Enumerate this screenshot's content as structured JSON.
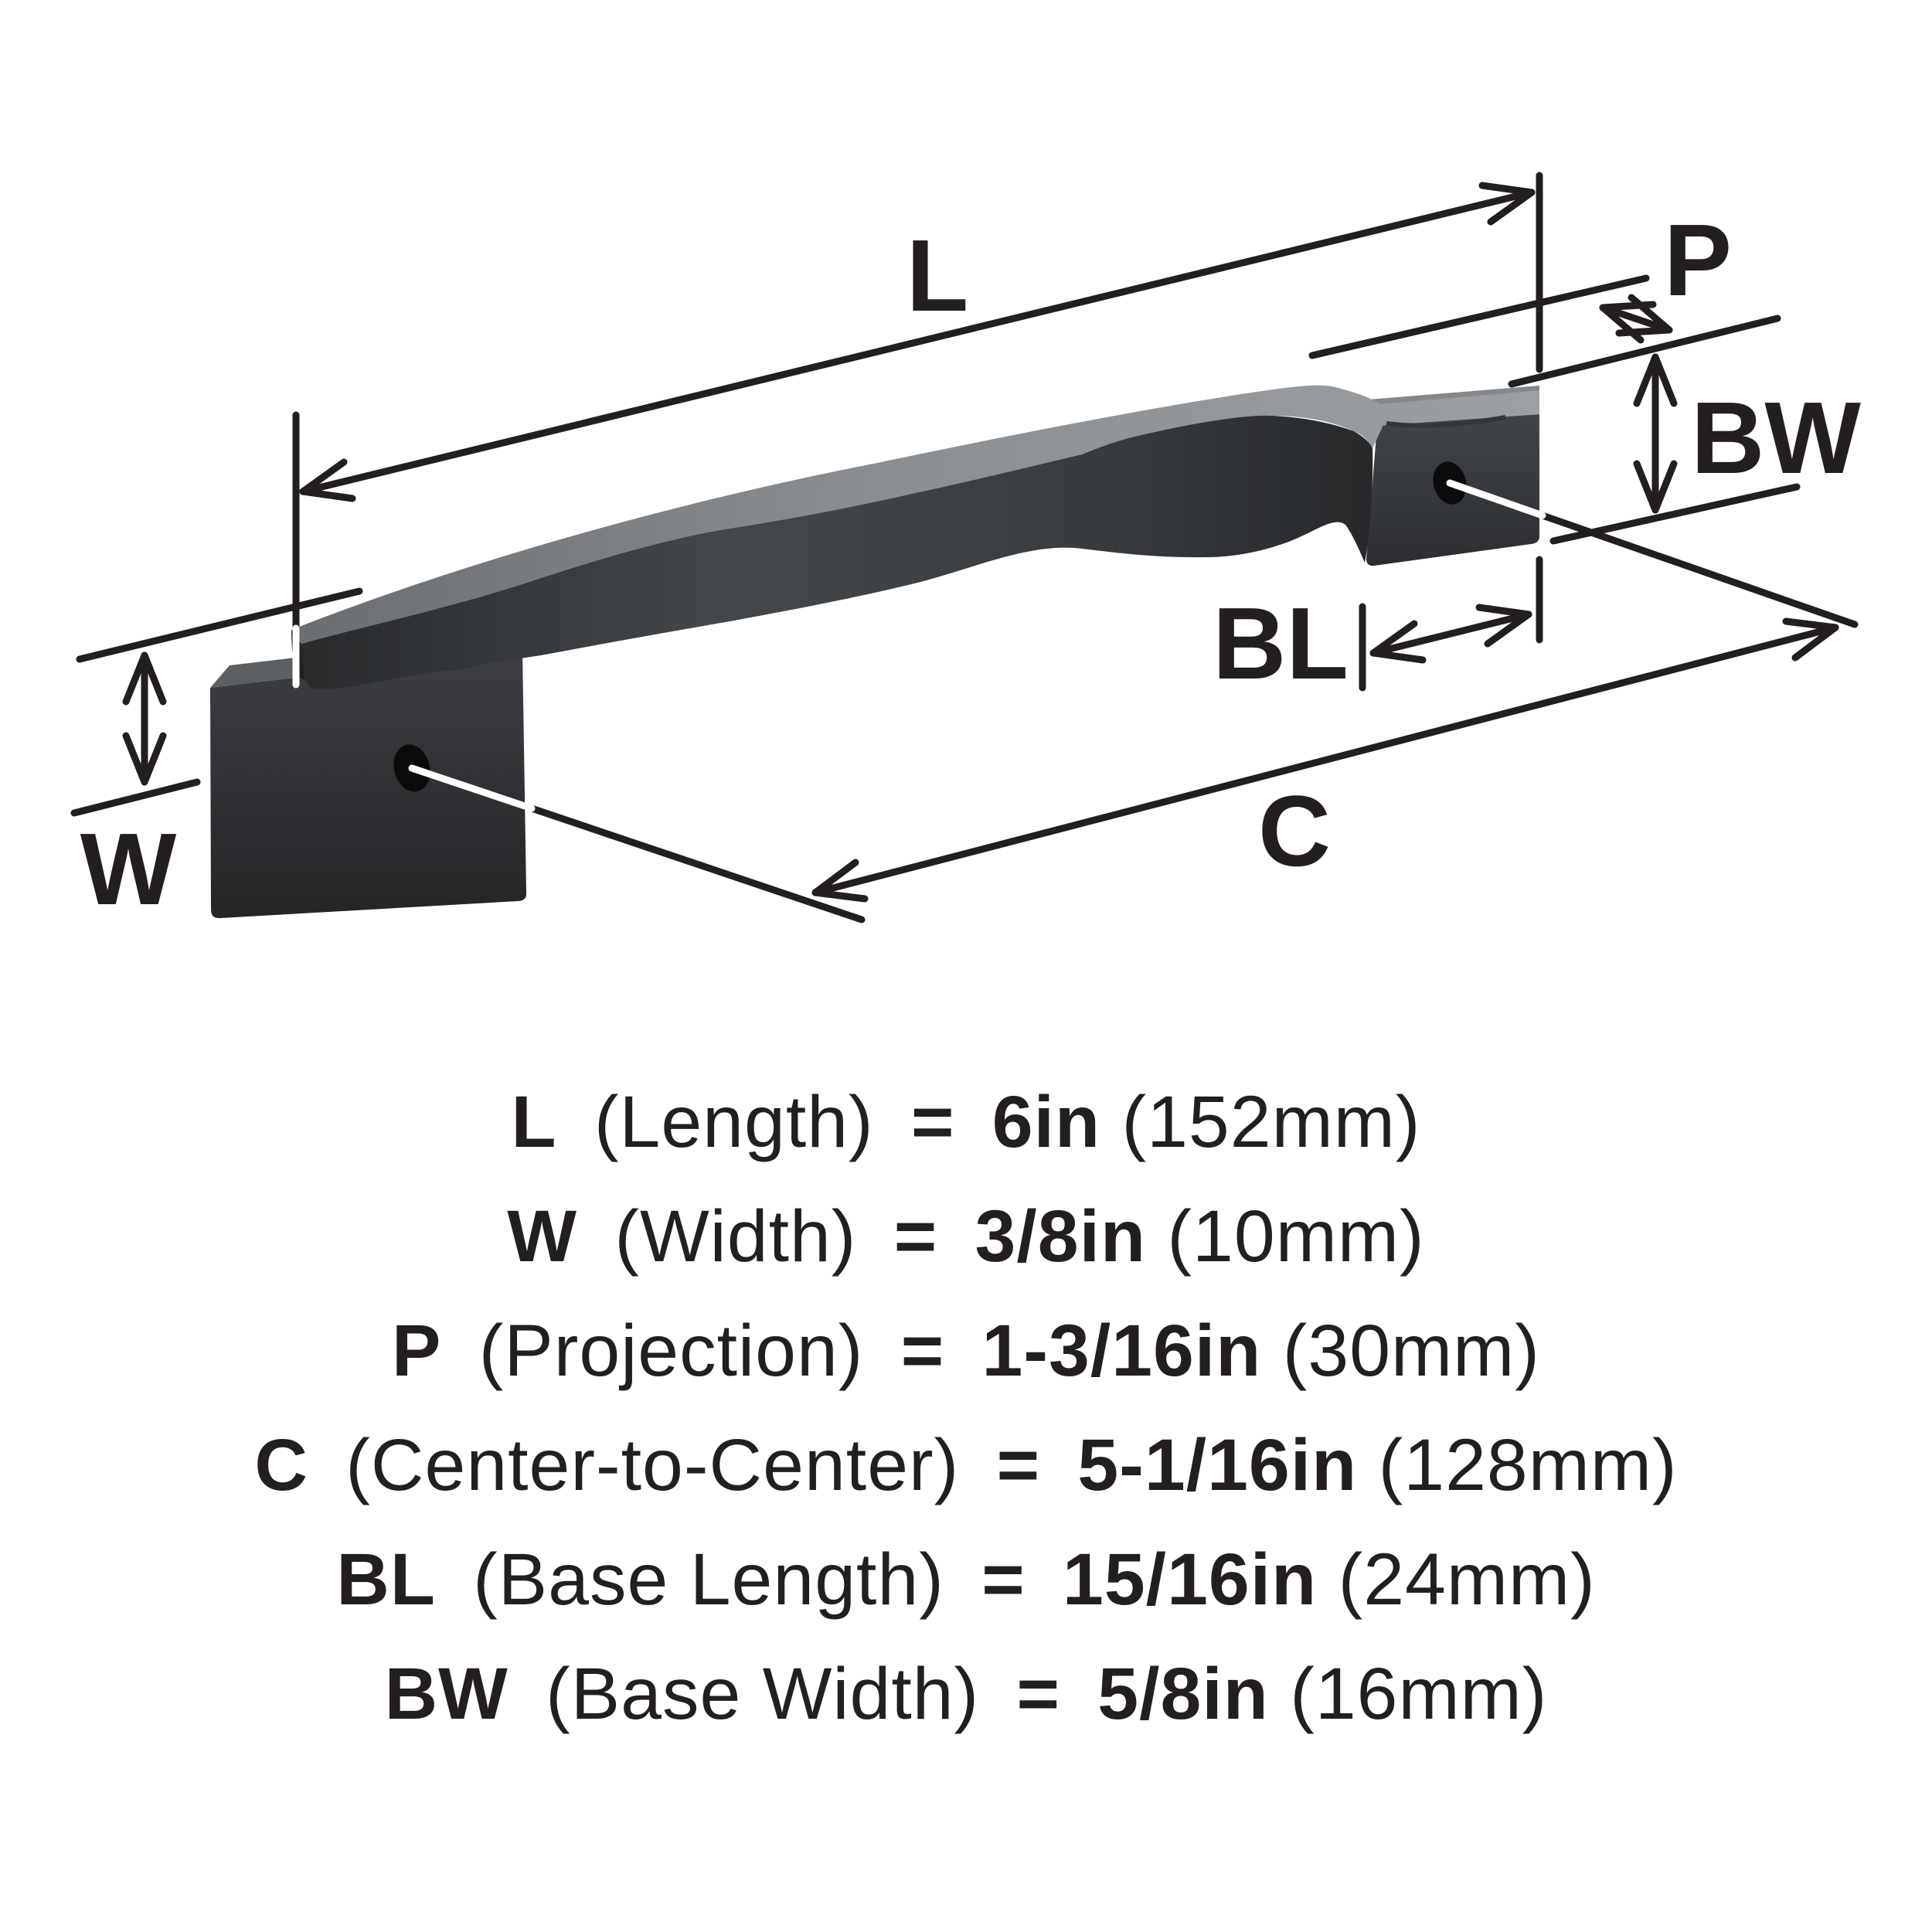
{
  "diagram": {
    "dim_labels": {
      "L": "L",
      "W": "W",
      "P": "P",
      "C": "C",
      "BL": "BL",
      "BW": "BW"
    }
  },
  "specs": [
    {
      "abbr": "L",
      "label": "(Length)",
      "eq": "=",
      "value": "6in",
      "metric": "(152mm)"
    },
    {
      "abbr": "W",
      "label": "(Width)",
      "eq": "=",
      "value": "3/8in",
      "metric": "(10mm)"
    },
    {
      "abbr": "P",
      "label": "(Projection)",
      "eq": "=",
      "value": "1-3/16in",
      "metric": "(30mm)"
    },
    {
      "abbr": "C",
      "label": "(Center-to-Center)",
      "eq": "=",
      "value": "5-1/16in",
      "metric": "(128mm)"
    },
    {
      "abbr": "BL",
      "label": "(Base Length)",
      "eq": "=",
      "value": "15/16in",
      "metric": "(24mm)"
    },
    {
      "abbr": "BW",
      "label": "(Base Width)",
      "eq": "=",
      "value": "5/8in",
      "metric": "(16mm)"
    }
  ]
}
